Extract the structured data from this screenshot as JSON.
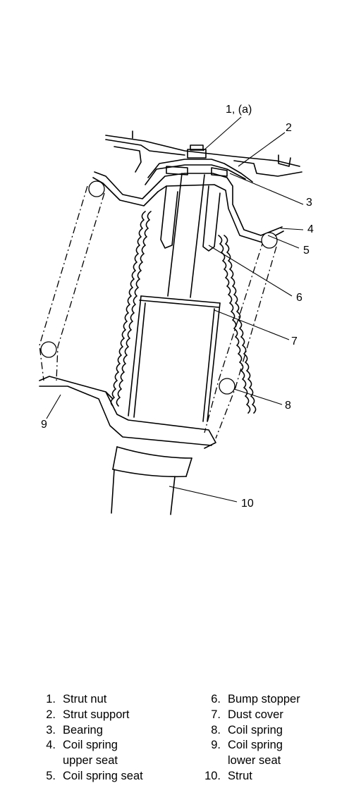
{
  "diagram": {
    "callouts": [
      "1, (a)",
      "2",
      "3",
      "4",
      "5",
      "6",
      "7",
      "8",
      "9",
      "10"
    ]
  },
  "legend": {
    "items": [
      {
        "num": "1.",
        "label": "Strut nut"
      },
      {
        "num": "2.",
        "label": "Strut support"
      },
      {
        "num": "3.",
        "label": "Bearing"
      },
      {
        "num": "4.",
        "label": "Coil spring upper seat"
      },
      {
        "num": "5.",
        "label": "Coil spring seat"
      },
      {
        "num": "6.",
        "label": "Bump stopper"
      },
      {
        "num": "7.",
        "label": "Dust cover"
      },
      {
        "num": "8.",
        "label": "Coil spring"
      },
      {
        "num": "9.",
        "label": "Coil spring lower seat"
      },
      {
        "num": "10.",
        "label": "Strut"
      }
    ]
  }
}
